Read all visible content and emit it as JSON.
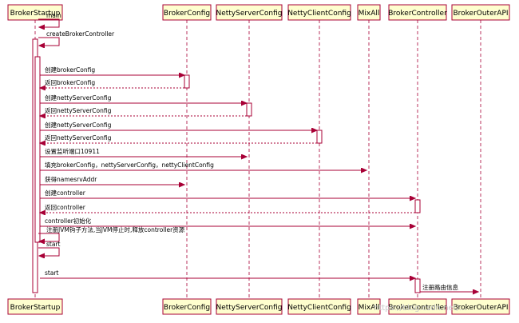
{
  "participants": [
    {
      "id": "bs",
      "label": "BrokerStartup"
    },
    {
      "id": "bc",
      "label": "BrokerConfig"
    },
    {
      "id": "nsc",
      "label": "NettyServerConfig"
    },
    {
      "id": "ncc",
      "label": "NettyClientConfig"
    },
    {
      "id": "ma",
      "label": "MixAll"
    },
    {
      "id": "bctl",
      "label": "BrokerController"
    },
    {
      "id": "boa",
      "label": "BrokerOuterAPI"
    }
  ],
  "messages": [
    {
      "from": "bs",
      "to": "bs",
      "label": "main",
      "type": "self"
    },
    {
      "from": "bs",
      "to": "bs",
      "label": "createBrokerController",
      "type": "self"
    },
    {
      "from": "bs",
      "to": "bc",
      "label": "创建brokerConfig",
      "type": "call"
    },
    {
      "from": "bc",
      "to": "bs",
      "label": "返回brokerConfig",
      "type": "return"
    },
    {
      "from": "bs",
      "to": "nsc",
      "label": "创建nettyServerConfig",
      "type": "call"
    },
    {
      "from": "nsc",
      "to": "bs",
      "label": "返回nettyServerConfig",
      "type": "return"
    },
    {
      "from": "bs",
      "to": "ncc",
      "label": "创建nettyServerConfig",
      "type": "call"
    },
    {
      "from": "ncc",
      "to": "bs",
      "label": "返回nettyServerConfig",
      "type": "return"
    },
    {
      "from": "bs",
      "to": "nsc",
      "label": "设置监听端口10911",
      "type": "call"
    },
    {
      "from": "bs",
      "to": "ma",
      "label": "填充brokerConfig，nettyServerConfig，nettyClientConfig",
      "type": "call"
    },
    {
      "from": "bs",
      "to": "bc",
      "label": "获得namesrvAddr",
      "type": "call"
    },
    {
      "from": "bs",
      "to": "bctl",
      "label": "创建controller",
      "type": "call"
    },
    {
      "from": "bctl",
      "to": "bs",
      "label": "返回controller",
      "type": "return"
    },
    {
      "from": "bs",
      "to": "bctl",
      "label": "controller初始化",
      "type": "call"
    },
    {
      "from": "bs",
      "to": "bs",
      "label": "注册JVM钩子方法,当JVM停止时,释放controller资源",
      "type": "self"
    },
    {
      "from": "bs",
      "to": "bs",
      "label": "start",
      "type": "self"
    },
    {
      "from": "bs",
      "to": "bctl",
      "label": "start",
      "type": "call"
    },
    {
      "from": "bctl",
      "to": "boa",
      "label": "注册路由信息",
      "type": "call"
    }
  ],
  "colors": {
    "stroke": "#a80036",
    "box_fill": "#fefece"
  },
  "watermark": "https://blog.csdn.net/..."
}
